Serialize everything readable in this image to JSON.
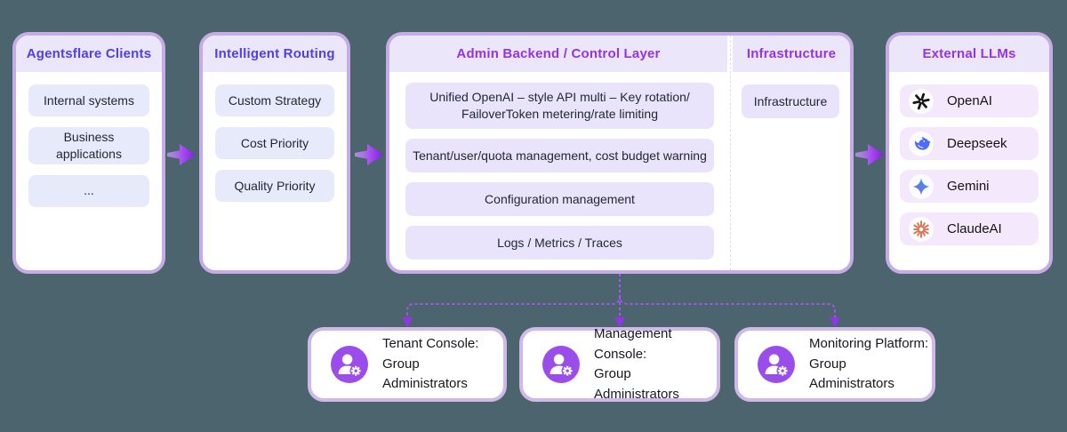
{
  "clients": {
    "title": "Agentsflare Clients",
    "items": [
      "Internal systems",
      "Business applications",
      "..."
    ]
  },
  "routing": {
    "title": "Intelligent Routing",
    "items": [
      "Custom Strategy",
      "Cost Priority",
      "Quality Priority"
    ]
  },
  "admin": {
    "title": "Admin Backend / Control Layer",
    "rows": [
      [
        "Unified OpenAI – style API multi – Key rotation/",
        "FailoverToken metering/rate limiting"
      ],
      [
        "Tenant/user/quota management, cost budget warning"
      ],
      [
        "Configuration management"
      ],
      [
        "Logs / Metrics / Traces"
      ]
    ]
  },
  "infrastructure": {
    "title": "Infrastructure",
    "items": [
      "Infrastructure"
    ]
  },
  "llms": {
    "title": "External LLMs",
    "items": [
      {
        "label": "OpenAI",
        "icon": "openai-icon"
      },
      {
        "label": "Deepseek",
        "icon": "deepseek-icon"
      },
      {
        "label": "Gemini",
        "icon": "gemini-icon"
      },
      {
        "label": "ClaudeAI",
        "icon": "claude-icon"
      }
    ]
  },
  "consoles": [
    {
      "line1": "Tenant Console:",
      "line2": "Group Administrators"
    },
    {
      "line1": "Management Console:",
      "line2": "Group Administrators"
    },
    {
      "line1": "Monitoring Platform:",
      "line2": "Group Administrators"
    }
  ],
  "colors": {
    "background": "#4C646E",
    "card_border": "#C6ACE6",
    "header_bg": "#ECE6FB",
    "accent_indigo": "#4F40E8",
    "accent_purple": "#9333EA",
    "dashed_line": "#A855F7",
    "console_icon_bg": "#9B4DEB",
    "openai": "#161616",
    "deepseek": "#4D6BFE",
    "gemini_blue": "#4E82EE",
    "gemini_purple": "#9757D6",
    "claude": "#D97757"
  }
}
